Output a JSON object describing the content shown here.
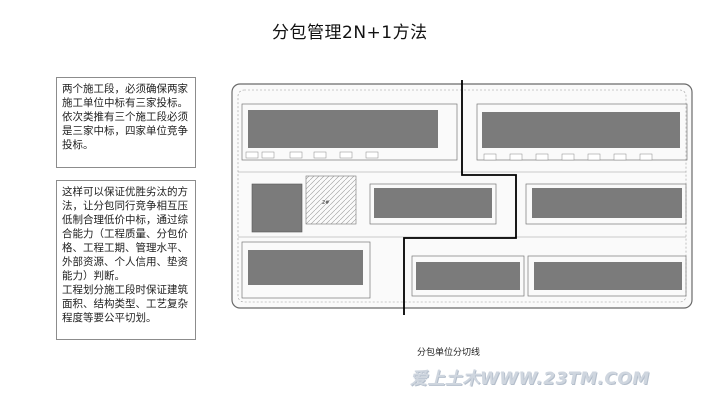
{
  "title": "分包管理2N+1方法",
  "left_notes": {
    "box1": [
      "两个施工段，必须确保两家施工单位中标有三家投标。",
      "依次类推有三个施工段必须是三家中标，四家单位竞争投标。"
    ],
    "box2": [
      "这样可以保证优胜劣汰的方法，让分包同行竞争相互压低制合理低价中标，通过综合能力（工程质量、分包价格、工程工期、管理水平、外部资源、个人信用、垫资能力）判断。",
      "工程划分施工段时保证建筑面积、结构类型、工艺复杂程度等要公平切划。"
    ]
  },
  "plan": {
    "cut_line_label": "分包单位分切线",
    "block_label": "2#"
  },
  "watermark": "爱上土木WWW.23TM.COM",
  "colors": {
    "building": "#7b7b7b",
    "outline": "#6a6a6a",
    "cut_line": "#000000",
    "watermark": "#cfd6df"
  }
}
